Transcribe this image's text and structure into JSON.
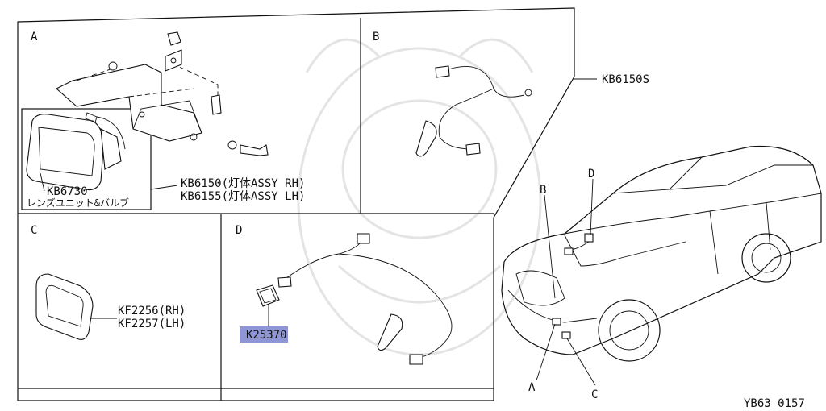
{
  "panels": {
    "a": {
      "label": "A"
    },
    "b": {
      "label": "B"
    },
    "c": {
      "label": "C"
    },
    "d": {
      "label": "D"
    }
  },
  "callouts": {
    "kb6730": "KB6730",
    "kb6730_desc": "レンズユニット&バルブ",
    "kb6150": "KB6150(灯体ASSY RH)",
    "kb6155": "KB6155(灯体ASSY LH)",
    "kb6150s": "KB6150S",
    "kf2256": "KF2256(RH)",
    "kf2257": "KF2257(LH)",
    "k25370": "K25370"
  },
  "car_labels": {
    "a": "A",
    "b": "B",
    "c": "C",
    "d": "D"
  },
  "footer": {
    "code": "YB63 0157"
  },
  "colors": {
    "highlight": "#8f96d6",
    "line": "#111111",
    "background": "#ffffff"
  }
}
